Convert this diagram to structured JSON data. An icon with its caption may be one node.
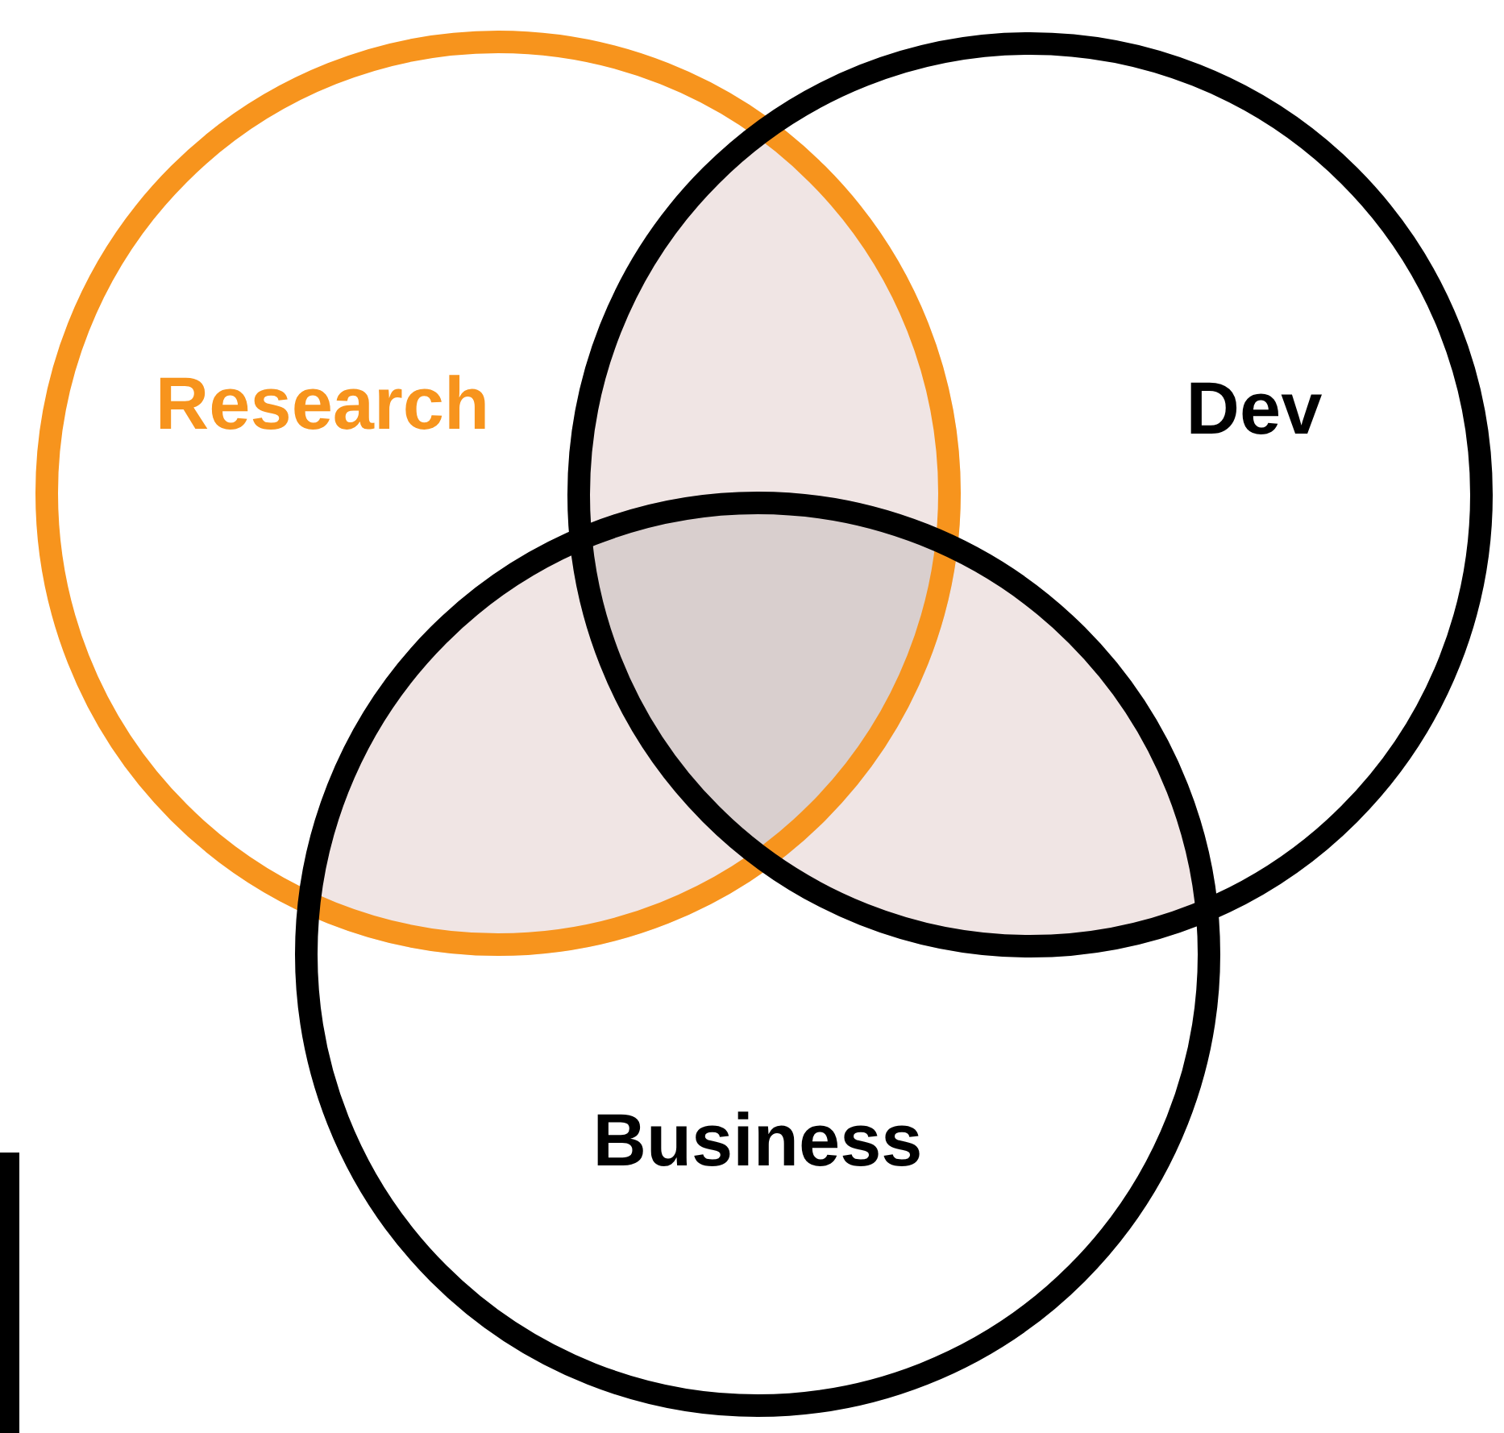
{
  "diagram": {
    "nodes": [
      {
        "text": [
          "Research"
        ]
      },
      {
        "text": [
          "Dev"
        ]
      },
      {
        "text": [
          "Business"
        ]
      }
    ],
    "edges": []
  }
}
